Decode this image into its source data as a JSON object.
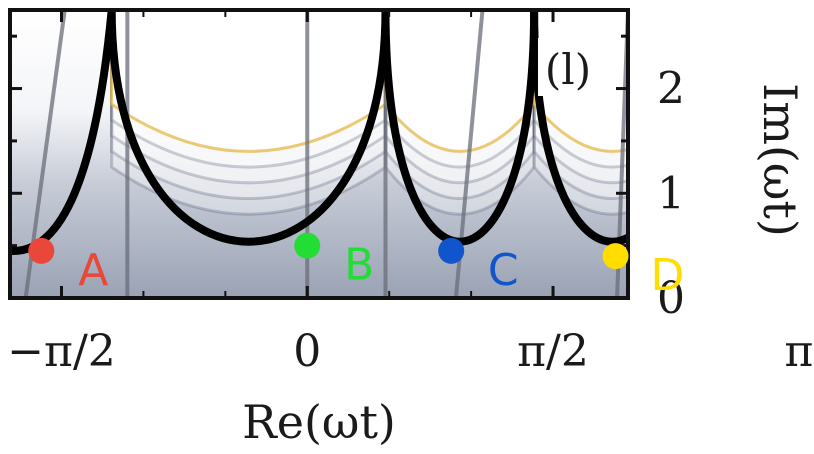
{
  "chart_data": {
    "type": "line",
    "panel_label": "(l)",
    "xlabel": "Re(ωt)",
    "ylabel": "Im(ωt)",
    "xlim": [
      -1.9,
      2.05
    ],
    "ylim": [
      0,
      2.75
    ],
    "x_ticks": [
      {
        "value": -1.5708,
        "label": "−π/2"
      },
      {
        "value": 0,
        "label": "0"
      },
      {
        "value": 1.5708,
        "label": "π/2"
      },
      {
        "value": 3.1416,
        "label": "π"
      }
    ],
    "x_ticks_minor": [
      -1.0472,
      -0.5236,
      0.5236,
      1.0472,
      2.0944,
      2.618
    ],
    "y_ticks": [
      {
        "value": 0,
        "label": "0"
      },
      {
        "value": 1,
        "label": "1"
      },
      {
        "value": 2,
        "label": "2"
      }
    ],
    "y_ticks_minor": [
      0.5,
      1.5,
      2.5
    ],
    "branch_cuts_x": [
      -1.25,
      0.5,
      1.45,
      2.45,
      3.45
    ],
    "saddle_points": [
      {
        "label": "A",
        "x": -1.7,
        "y": 0.45,
        "color": "#e8473a"
      },
      {
        "label": "B",
        "x": 0.0,
        "y": 0.5,
        "color": "#22dd33"
      },
      {
        "label": "C",
        "x": 0.92,
        "y": 0.45,
        "color": "#1155cc"
      },
      {
        "label": "D",
        "x": 1.97,
        "y": 0.4,
        "color": "#ffdd00"
      }
    ],
    "colors": {
      "background_low": "#9aa2b4",
      "background_high": "#ffffff",
      "contour_dark": "#3a4560",
      "contour_gold": "#e3b23c",
      "steepest_descent_path": "#000000",
      "stokes_lines": "#6a6e78"
    }
  }
}
